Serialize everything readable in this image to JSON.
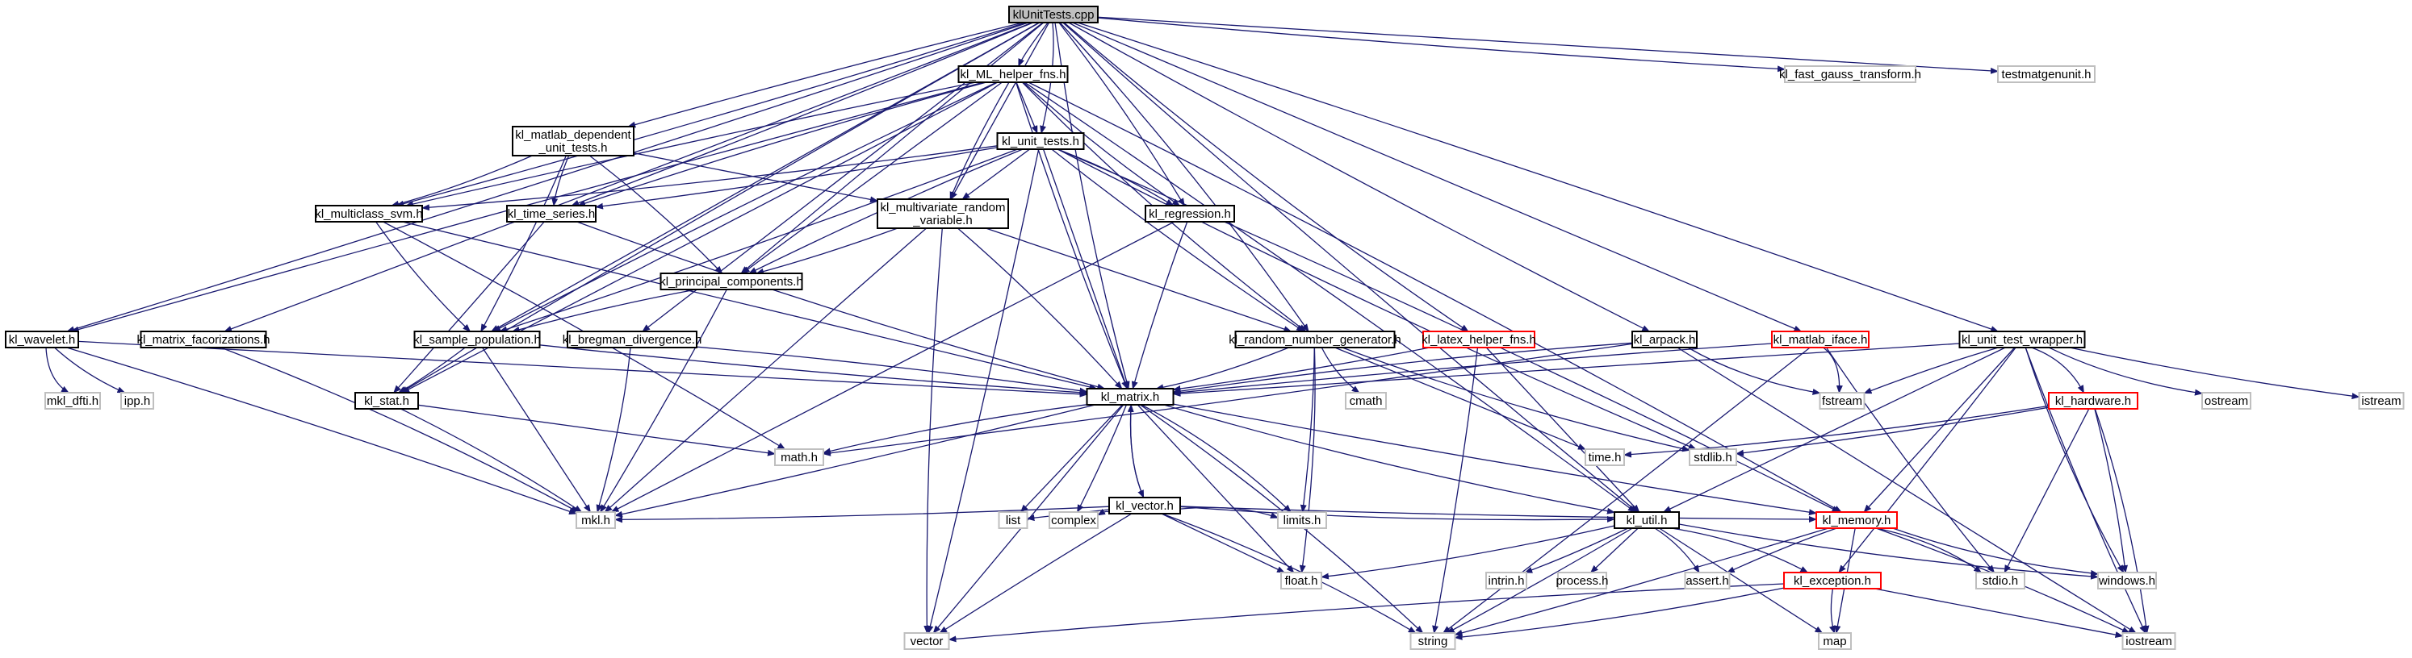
{
  "colors": {
    "edge": "#191970",
    "root_fill": "#bfbfbf",
    "root_border": "#000000",
    "documented_border": "#000000",
    "external_border": "#bfbfbf",
    "truncated_border": "#ff0000",
    "background": "#ffffff"
  },
  "nodes": {
    "root": {
      "label": "klUnitTests.cpp",
      "kind": "root"
    },
    "ml_helper": {
      "label": "kl_ML_helper_fns.h",
      "kind": "documented"
    },
    "fast_gauss": {
      "label": "kl_fast_gauss_transform.h",
      "kind": "external"
    },
    "testmatgen": {
      "label": "testmatgenunit.h",
      "kind": "external"
    },
    "matlab_dep": {
      "label": "kl_matlab_dependent\n_unit_tests.h",
      "kind": "documented"
    },
    "unit_tests": {
      "label": "kl_unit_tests.h",
      "kind": "documented"
    },
    "multiclass_svm": {
      "label": "kl_multiclass_svm.h",
      "kind": "documented"
    },
    "time_series": {
      "label": "kl_time_series.h",
      "kind": "documented"
    },
    "multivariate": {
      "label": "kl_multivariate_random\n_variable.h",
      "kind": "documented"
    },
    "regression": {
      "label": "kl_regression.h",
      "kind": "documented"
    },
    "principal": {
      "label": "kl_principal_components.h",
      "kind": "documented"
    },
    "wavelet": {
      "label": "kl_wavelet.h",
      "kind": "documented"
    },
    "matrix_fact": {
      "label": "kl_matrix_facorizations.h",
      "kind": "documented"
    },
    "sample_pop": {
      "label": "kl_sample_population.h",
      "kind": "documented"
    },
    "bregman": {
      "label": "kl_bregman_divergence.h",
      "kind": "documented"
    },
    "rng": {
      "label": "kl_random_number_generator.h",
      "kind": "documented"
    },
    "latex": {
      "label": "kl_latex_helper_fns.h",
      "kind": "truncated"
    },
    "arpack": {
      "label": "kl_arpack.h",
      "kind": "documented"
    },
    "matlab_iface": {
      "label": "kl_matlab_iface.h",
      "kind": "truncated"
    },
    "test_wrapper": {
      "label": "kl_unit_test_wrapper.h",
      "kind": "documented"
    },
    "mkl_dfti": {
      "label": "mkl_dfti.h",
      "kind": "external"
    },
    "ipp": {
      "label": "ipp.h",
      "kind": "external"
    },
    "stat": {
      "label": "kl_stat.h",
      "kind": "documented"
    },
    "matrix": {
      "label": "kl_matrix.h",
      "kind": "documented"
    },
    "cmath": {
      "label": "cmath",
      "kind": "external"
    },
    "fstream": {
      "label": "fstream",
      "kind": "external"
    },
    "hardware": {
      "label": "kl_hardware.h",
      "kind": "truncated"
    },
    "ostream": {
      "label": "ostream",
      "kind": "external"
    },
    "istream": {
      "label": "istream",
      "kind": "external"
    },
    "math": {
      "label": "math.h",
      "kind": "external"
    },
    "time": {
      "label": "time.h",
      "kind": "external"
    },
    "stdlib": {
      "label": "stdlib.h",
      "kind": "external"
    },
    "vector_h": {
      "label": "kl_vector.h",
      "kind": "documented"
    },
    "mkl": {
      "label": "mkl.h",
      "kind": "external"
    },
    "list": {
      "label": "list",
      "kind": "external"
    },
    "complex": {
      "label": "complex",
      "kind": "external"
    },
    "limits": {
      "label": "limits.h",
      "kind": "external"
    },
    "util": {
      "label": "kl_util.h",
      "kind": "documented"
    },
    "memory": {
      "label": "kl_memory.h",
      "kind": "truncated"
    },
    "float": {
      "label": "float.h",
      "kind": "external"
    },
    "intrin": {
      "label": "intrin.h",
      "kind": "external"
    },
    "process": {
      "label": "process.h",
      "kind": "external"
    },
    "assert": {
      "label": "assert.h",
      "kind": "external"
    },
    "exception": {
      "label": "kl_exception.h",
      "kind": "truncated"
    },
    "stdio": {
      "label": "stdio.h",
      "kind": "external"
    },
    "windows": {
      "label": "windows.h",
      "kind": "external"
    },
    "vector": {
      "label": "vector",
      "kind": "external"
    },
    "string": {
      "label": "string",
      "kind": "external"
    },
    "map": {
      "label": "map",
      "kind": "external"
    },
    "iostream": {
      "label": "iostream",
      "kind": "external"
    }
  },
  "edges": [
    [
      "root",
      "ml_helper"
    ],
    [
      "root",
      "fast_gauss"
    ],
    [
      "root",
      "testmatgen"
    ],
    [
      "root",
      "matlab_dep"
    ],
    [
      "root",
      "unit_tests"
    ],
    [
      "root",
      "multiclass_svm"
    ],
    [
      "root",
      "time_series"
    ],
    [
      "root",
      "multivariate"
    ],
    [
      "root",
      "regression"
    ],
    [
      "root",
      "principal"
    ],
    [
      "root",
      "wavelet"
    ],
    [
      "root",
      "matrix_fact"
    ],
    [
      "root",
      "sample_pop"
    ],
    [
      "root",
      "bregman"
    ],
    [
      "root",
      "rng"
    ],
    [
      "root",
      "latex"
    ],
    [
      "root",
      "arpack"
    ],
    [
      "root",
      "matlab_iface"
    ],
    [
      "root",
      "test_wrapper"
    ],
    [
      "root",
      "stat"
    ],
    [
      "root",
      "matrix"
    ],
    [
      "root",
      "util"
    ],
    [
      "ml_helper",
      "unit_tests"
    ],
    [
      "ml_helper",
      "multiclass_svm"
    ],
    [
      "ml_helper",
      "time_series"
    ],
    [
      "ml_helper",
      "multivariate"
    ],
    [
      "ml_helper",
      "regression"
    ],
    [
      "ml_helper",
      "principal"
    ],
    [
      "ml_helper",
      "wavelet"
    ],
    [
      "ml_helper",
      "sample_pop"
    ],
    [
      "ml_helper",
      "rng"
    ],
    [
      "ml_helper",
      "matrix"
    ],
    [
      "ml_helper",
      "stat"
    ],
    [
      "ml_helper",
      "util"
    ],
    [
      "ml_helper",
      "memory"
    ],
    [
      "matlab_dep",
      "multiclass_svm"
    ],
    [
      "matlab_dep",
      "time_series"
    ],
    [
      "matlab_dep",
      "multivariate"
    ],
    [
      "matlab_dep",
      "principal"
    ],
    [
      "matlab_dep",
      "sample_pop"
    ],
    [
      "unit_tests",
      "multiclass_svm"
    ],
    [
      "unit_tests",
      "time_series"
    ],
    [
      "unit_tests",
      "multivariate"
    ],
    [
      "unit_tests",
      "regression"
    ],
    [
      "unit_tests",
      "principal"
    ],
    [
      "unit_tests",
      "sample_pop"
    ],
    [
      "unit_tests",
      "rng"
    ],
    [
      "unit_tests",
      "matrix"
    ],
    [
      "unit_tests",
      "vector"
    ],
    [
      "unit_tests",
      "memory"
    ],
    [
      "unit_tests",
      "stdlib"
    ],
    [
      "multiclass_svm",
      "sample_pop"
    ],
    [
      "multiclass_svm",
      "matrix"
    ],
    [
      "multiclass_svm",
      "math"
    ],
    [
      "time_series",
      "stat"
    ],
    [
      "time_series",
      "matrix"
    ],
    [
      "multivariate",
      "principal"
    ],
    [
      "multivariate",
      "rng"
    ],
    [
      "multivariate",
      "matrix"
    ],
    [
      "multivariate",
      "mkl"
    ],
    [
      "multivariate",
      "vector"
    ],
    [
      "regression",
      "matrix"
    ],
    [
      "regression",
      "mkl"
    ],
    [
      "principal",
      "sample_pop"
    ],
    [
      "principal",
      "mkl"
    ],
    [
      "wavelet",
      "mkl_dfti"
    ],
    [
      "wavelet",
      "ipp"
    ],
    [
      "wavelet",
      "matrix"
    ],
    [
      "wavelet",
      "mkl"
    ],
    [
      "matrix_fact",
      "mkl"
    ],
    [
      "sample_pop",
      "stat"
    ],
    [
      "sample_pop",
      "matrix"
    ],
    [
      "sample_pop",
      "mkl"
    ],
    [
      "bregman",
      "matrix"
    ],
    [
      "bregman",
      "mkl"
    ],
    [
      "rng",
      "matrix"
    ],
    [
      "rng",
      "cmath"
    ],
    [
      "rng",
      "time"
    ],
    [
      "rng",
      "limits"
    ],
    [
      "rng",
      "float"
    ],
    [
      "rng",
      "stdlib"
    ],
    [
      "latex",
      "matrix"
    ],
    [
      "latex",
      "util"
    ],
    [
      "latex",
      "string"
    ],
    [
      "arpack",
      "matrix"
    ],
    [
      "arpack",
      "fstream"
    ],
    [
      "arpack",
      "math"
    ],
    [
      "arpack",
      "iostream"
    ],
    [
      "matlab_iface",
      "matrix"
    ],
    [
      "matlab_iface",
      "fstream"
    ],
    [
      "matlab_iface",
      "string"
    ],
    [
      "matlab_iface",
      "stdio"
    ],
    [
      "test_wrapper",
      "matrix"
    ],
    [
      "test_wrapper",
      "fstream"
    ],
    [
      "test_wrapper",
      "hardware"
    ],
    [
      "test_wrapper",
      "ostream"
    ],
    [
      "test_wrapper",
      "istream"
    ],
    [
      "test_wrapper",
      "util"
    ],
    [
      "test_wrapper",
      "memory"
    ],
    [
      "test_wrapper",
      "exception"
    ],
    [
      "test_wrapper",
      "windows"
    ],
    [
      "test_wrapper",
      "iostream"
    ],
    [
      "stat",
      "math"
    ],
    [
      "stat",
      "mkl"
    ],
    [
      "matrix",
      "math"
    ],
    [
      "matrix",
      "vector_h"
    ],
    [
      "matrix",
      "mkl"
    ],
    [
      "matrix",
      "list"
    ],
    [
      "matrix",
      "complex"
    ],
    [
      "matrix",
      "limits"
    ],
    [
      "matrix",
      "util"
    ],
    [
      "matrix",
      "memory"
    ],
    [
      "matrix",
      "float"
    ],
    [
      "matrix",
      "vector"
    ],
    [
      "matrix",
      "string"
    ],
    [
      "hardware",
      "time"
    ],
    [
      "hardware",
      "stdlib"
    ],
    [
      "hardware",
      "stdio"
    ],
    [
      "hardware",
      "windows"
    ],
    [
      "hardware",
      "iostream"
    ],
    [
      "vector_h",
      "matrix"
    ],
    [
      "vector_h",
      "mkl"
    ],
    [
      "vector_h",
      "list"
    ],
    [
      "vector_h",
      "complex"
    ],
    [
      "vector_h",
      "limits"
    ],
    [
      "vector_h",
      "util"
    ],
    [
      "vector_h",
      "memory"
    ],
    [
      "vector_h",
      "float"
    ],
    [
      "vector_h",
      "vector"
    ],
    [
      "vector_h",
      "string"
    ],
    [
      "util",
      "float"
    ],
    [
      "util",
      "intrin"
    ],
    [
      "util",
      "process"
    ],
    [
      "util",
      "assert"
    ],
    [
      "util",
      "exception"
    ],
    [
      "util",
      "windows"
    ],
    [
      "util",
      "string"
    ],
    [
      "util",
      "map"
    ],
    [
      "memory",
      "assert"
    ],
    [
      "memory",
      "stdio"
    ],
    [
      "memory",
      "windows"
    ],
    [
      "memory",
      "string"
    ],
    [
      "memory",
      "map"
    ],
    [
      "memory",
      "iostream"
    ],
    [
      "exception",
      "vector"
    ],
    [
      "exception",
      "string"
    ],
    [
      "exception",
      "map"
    ],
    [
      "exception",
      "iostream"
    ]
  ]
}
